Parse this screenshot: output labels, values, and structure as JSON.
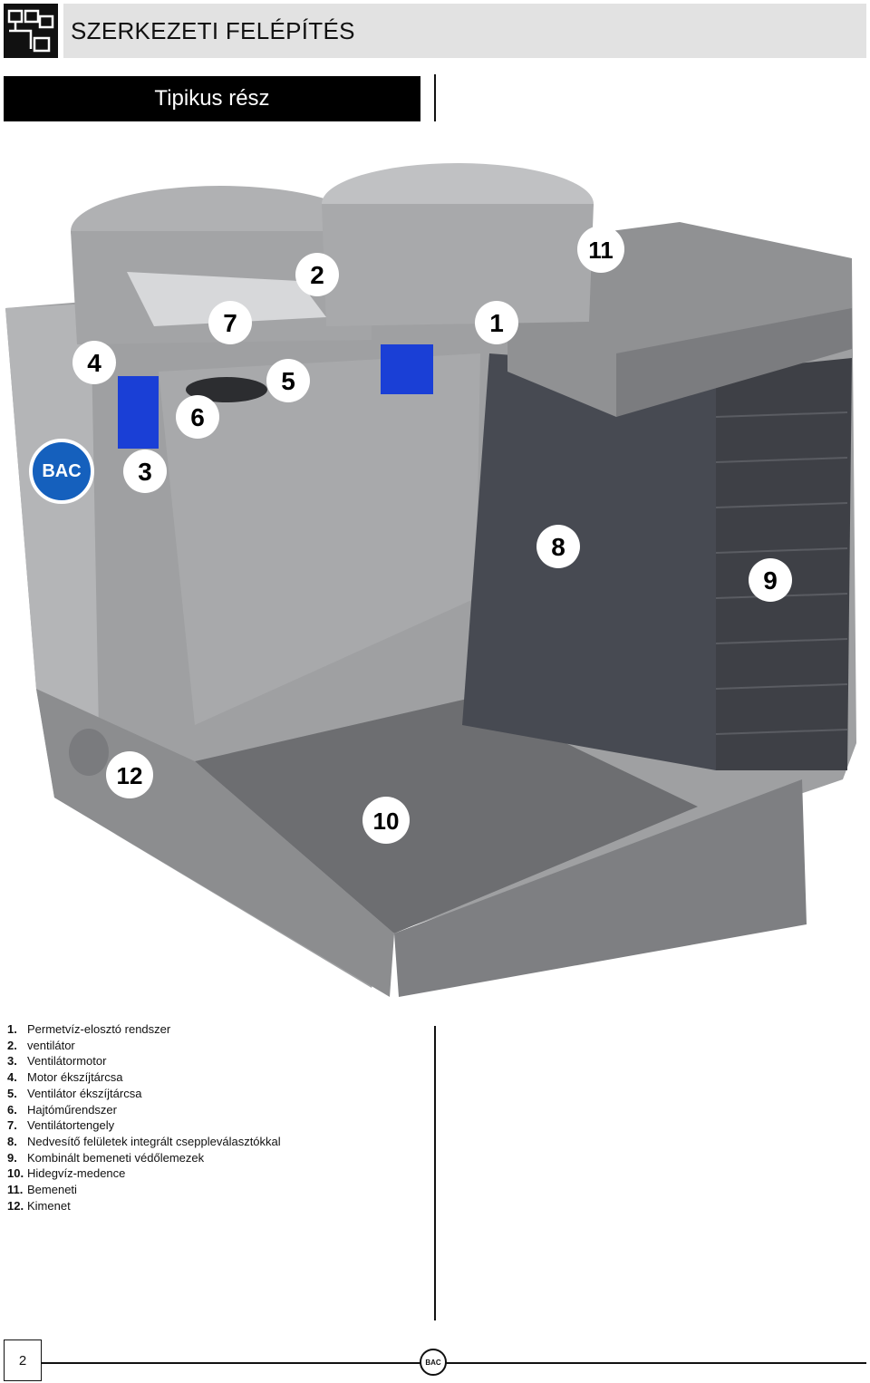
{
  "header": {
    "title": "SZERKEZETI FELÉPÍTÉS",
    "section": "Tipikus rész"
  },
  "photo": {
    "brand_badge": "BAC",
    "callouts": [
      "1",
      "2",
      "3",
      "4",
      "5",
      "6",
      "7",
      "8",
      "9",
      "10",
      "11",
      "12"
    ]
  },
  "legend": [
    {
      "num": "1.",
      "text": "Permetvíz-elosztó rendszer"
    },
    {
      "num": "2.",
      "text": "ventilátor"
    },
    {
      "num": "3.",
      "text": "Ventilátormotor"
    },
    {
      "num": "4.",
      "text": "Motor ékszíjtárcsa"
    },
    {
      "num": "5.",
      "text": "Ventilátor ékszíjtárcsa"
    },
    {
      "num": "6.",
      "text": "Hajtóműrendszer"
    },
    {
      "num": "7.",
      "text": "Ventilátortengely"
    },
    {
      "num": "8.",
      "text": "Nedvesítő felületek integrált cseppleválasztókkal"
    },
    {
      "num": "9.",
      "text": "Kombinált bemeneti védőlemezek"
    },
    {
      "num": "10.",
      "text": "Hidegvíz-medence"
    },
    {
      "num": "11.",
      "text": "Bemeneti"
    },
    {
      "num": "12.",
      "text": "Kimenet"
    }
  ],
  "footer": {
    "page_number": "2",
    "logo_text": "BAC"
  },
  "colors": {
    "title_bar": "#e2e2e2",
    "section_bar": "#000000",
    "badge_blue": "#1560bd",
    "motor_blue": "#1a3fd6",
    "casing_grey": "#9a9b9d"
  }
}
